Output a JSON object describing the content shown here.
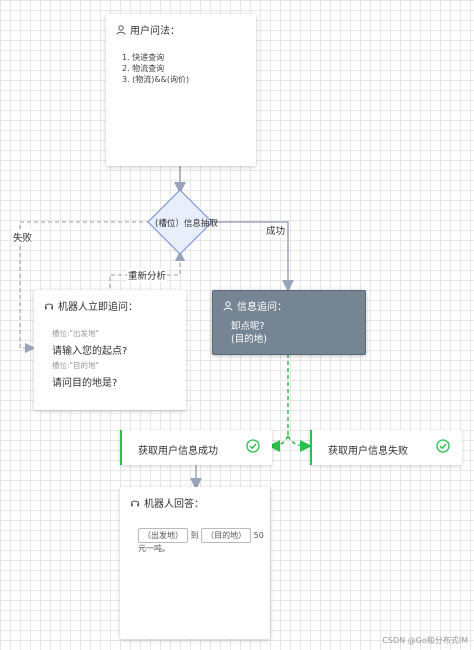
{
  "user_card": {
    "title": "用户问法：",
    "items": [
      "1. 快递查询",
      "2. 物流查询",
      "3. (物流)&&(询价)"
    ]
  },
  "decision": {
    "label": "(槽位）信息抽取"
  },
  "edges": {
    "fail": "失败",
    "success": "成功",
    "reanalyze": "重新分析"
  },
  "robot_followup": {
    "title": "机器人立即追问：",
    "slot1_label": "槽位:\"出发地\"",
    "slot1_question": "请输入您的起点?",
    "slot2_label": "槽位:\"目的地\"",
    "slot2_question": "请问目的地是?"
  },
  "info_card": {
    "title": "信息追问：",
    "line1": "卸点呢?",
    "line2": "(目的地)"
  },
  "status": {
    "success_text": "获取用户信息成功",
    "fail_text": "获取用户信息失败",
    "accent": "#2bbf4c"
  },
  "robot_answer": {
    "title": "机器人回答：",
    "chip1": "（出发地）",
    "mid": "到",
    "chip2": "（目的地）",
    "tail1": "50",
    "tail2": "元一吨。"
  },
  "watermark": "CSDN @Go和分布式IM"
}
